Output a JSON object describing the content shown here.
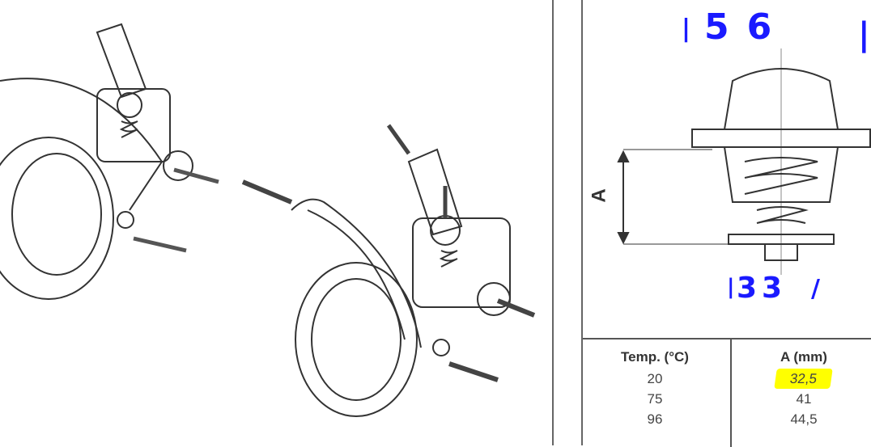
{
  "annotations": {
    "top": "56",
    "bottom": "33"
  },
  "diagram": {
    "dimension_label": "A"
  },
  "table": {
    "headers": [
      "Temp. (°C)",
      "A (mm)"
    ],
    "rows": [
      {
        "temp": "20",
        "a": "32,5",
        "highlighted": true
      },
      {
        "temp": "75",
        "a": "41"
      },
      {
        "temp": "96",
        "a": "44,5"
      }
    ],
    "highlight_color": "#ffff00"
  }
}
